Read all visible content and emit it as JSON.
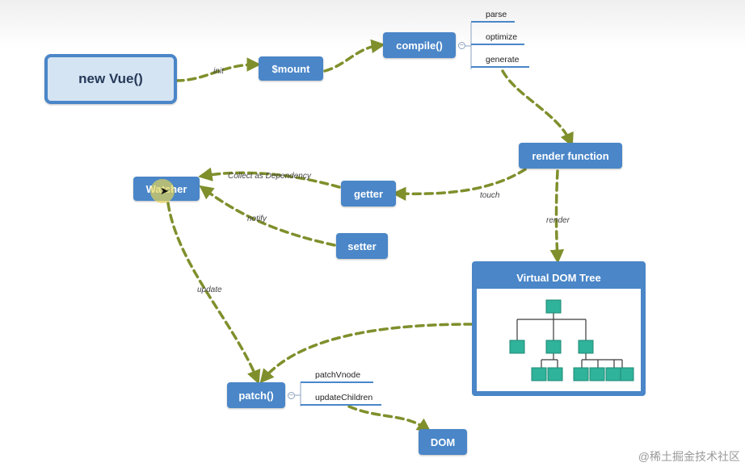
{
  "nodes": {
    "new_vue": "new Vue()",
    "mount": "$mount",
    "compile": "compile()",
    "render_function": "render function",
    "watcher": "Watcher",
    "getter": "getter",
    "setter": "setter",
    "vdom_tree": "Virtual DOM Tree",
    "patch": "patch()",
    "dom": "DOM"
  },
  "compile_children": [
    "parse",
    "optimize",
    "generate"
  ],
  "patch_children": [
    "patchVnode",
    "updateChildren"
  ],
  "edge_labels": {
    "init": "init",
    "collect": "Collect as Dependency",
    "touch": "touch",
    "notify": "notify",
    "render": "render",
    "update": "update"
  },
  "watermark": "@稀土掘金技术社区",
  "colors": {
    "node_fill": "#4a86c8",
    "root_fill": "#d5e4f3",
    "edge": "#7f8f2c",
    "tree_node": "#2fb39a"
  }
}
